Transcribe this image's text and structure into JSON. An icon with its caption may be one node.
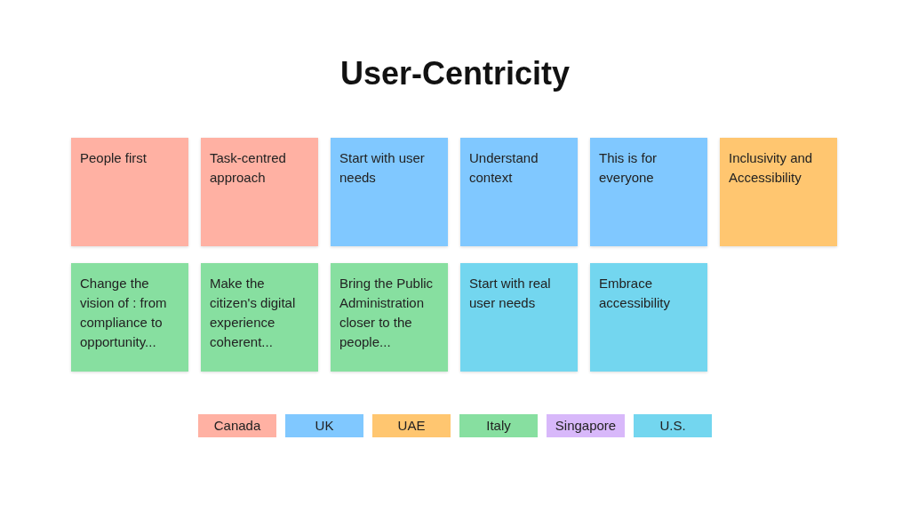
{
  "diagram": {
    "title": "User-Centricity",
    "nodes": [
      {
        "text": [
          "People first"
        ]
      },
      {
        "text": [
          "Task-centred approach"
        ]
      },
      {
        "text": [
          "Start with user needs"
        ]
      },
      {
        "text": [
          "Understand context"
        ]
      },
      {
        "text": [
          "This is for everyone"
        ]
      },
      {
        "text": [
          "Inclusivity and Accessibility"
        ]
      },
      {
        "text": [
          "Change the vision of : from compliance to opportunity..."
        ]
      },
      {
        "text": [
          "Make the citizen's digital experience coherent..."
        ]
      },
      {
        "text": [
          "Bring the Public Administration closer to the people..."
        ]
      },
      {
        "text": [
          "Start with real user needs"
        ]
      },
      {
        "text": [
          "Embrace accessibility"
        ]
      }
    ],
    "edges": [],
    "legend": [
      {
        "text": "Canada",
        "color": "#ffb1a3"
      },
      {
        "text": "UK",
        "color": "#80c8ff"
      },
      {
        "text": "UAE",
        "color": "#ffc670"
      },
      {
        "text": "Italy",
        "color": "#87dfa0"
      },
      {
        "text": "Singapore",
        "color": "#d8b8fa"
      },
      {
        "text": "U.S.",
        "color": "#73d6ef"
      }
    ]
  }
}
